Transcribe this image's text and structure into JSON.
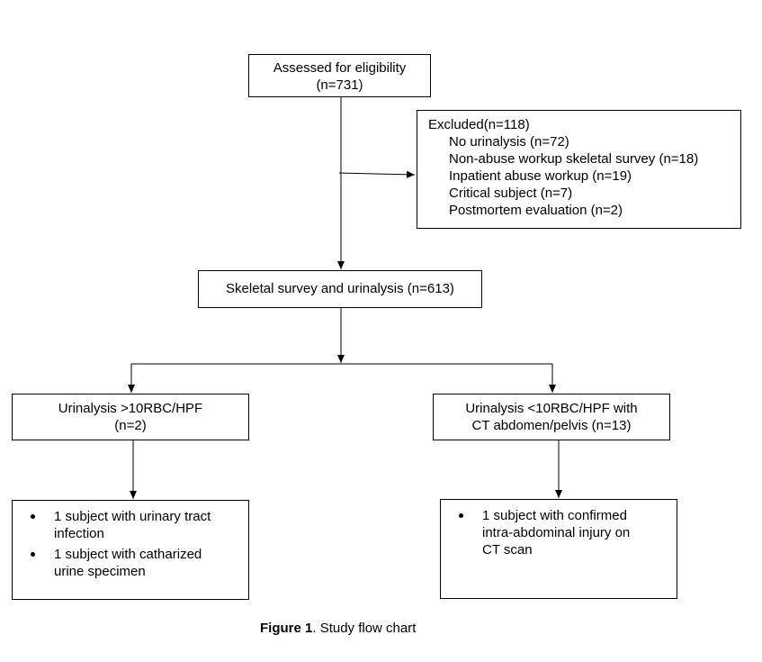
{
  "assessed": {
    "line1": "Assessed for eligibility",
    "line2": "(n=731)"
  },
  "excluded": {
    "title": "Excluded(n=118)",
    "items": [
      "No urinalysis (n=72)",
      "Non-abuse workup skeletal survey (n=18)",
      "Inpatient abuse workup (n=19)",
      "Critical subject (n=7)",
      "Postmortem evaluation (n=2)"
    ]
  },
  "survey": {
    "label": "Skeletal survey and urinalysis (n=613)"
  },
  "left_branch": {
    "line1": "Urinalysis >10RBC/HPF",
    "line2": "(n=2)",
    "outcomes": [
      {
        "line1": "1 subject with urinary tract",
        "line2": "infection"
      },
      {
        "line1": "1 subject with catharized",
        "line2": "urine specimen"
      }
    ]
  },
  "right_branch": {
    "line1": "Urinalysis <10RBC/HPF with",
    "line2": "CT abdomen/pelvis (n=13)",
    "outcomes": [
      {
        "line1": "1 subject with confirmed",
        "line2": "intra-abdominal injury on",
        "line3": "CT scan"
      }
    ]
  },
  "caption": {
    "label": "Figure 1",
    "text": ". Study flow chart"
  }
}
